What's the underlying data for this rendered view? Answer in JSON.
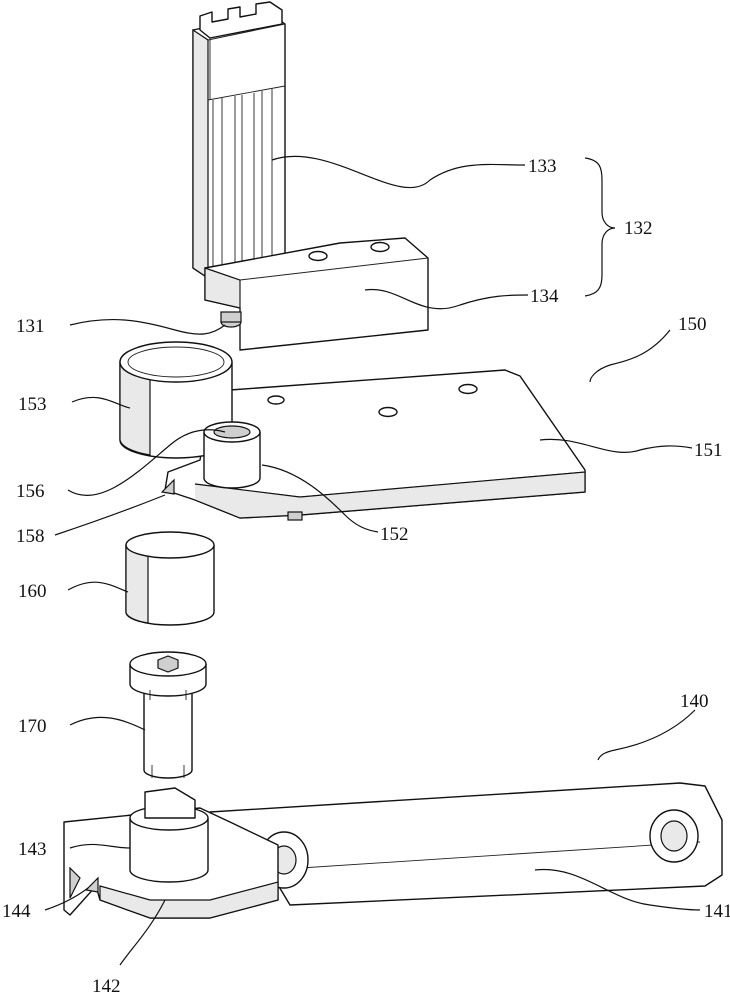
{
  "labels": {
    "l131": "131",
    "l132": "132",
    "l133": "133",
    "l134": "134",
    "l140": "140",
    "l141": "141",
    "l142": "142",
    "l143": "143",
    "l144": "144",
    "l150": "150",
    "l151": "151",
    "l152": "152",
    "l153": "153",
    "l156": "156",
    "l158": "158",
    "l160": "160",
    "l170": "170"
  },
  "colors": {
    "line": "#111111",
    "shading": "#e9e9e9",
    "background": "#ffffff"
  }
}
